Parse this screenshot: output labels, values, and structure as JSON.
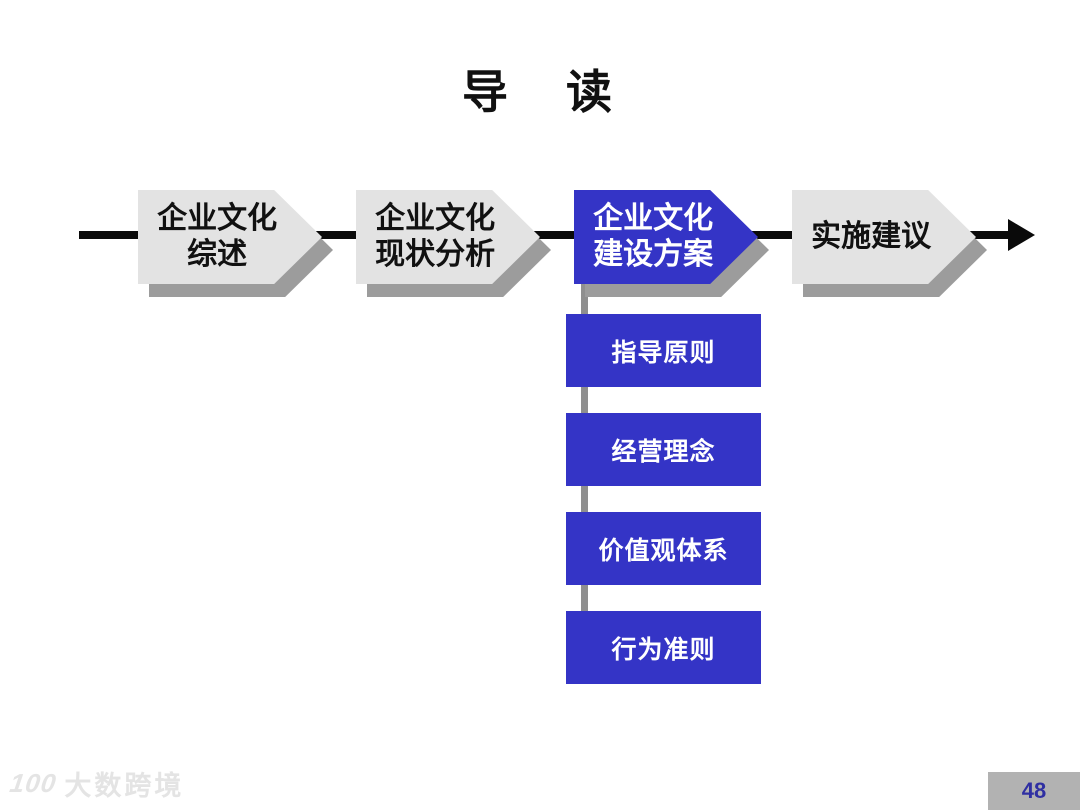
{
  "slide": {
    "title": "导　读",
    "page_number": "48",
    "watermark": {
      "logo": "100",
      "text": "大数跨境"
    }
  },
  "flow": {
    "steps": [
      {
        "label_lines": [
          "企业文化",
          "综述"
        ],
        "active": false
      },
      {
        "label_lines": [
          "企业文化",
          "现状分析"
        ],
        "active": false
      },
      {
        "label_lines": [
          "企业文化",
          "建设方案"
        ],
        "active": true
      },
      {
        "label_lines": [
          "实施建议"
        ],
        "active": false
      }
    ]
  },
  "sub_items": [
    {
      "label": "指导原则"
    },
    {
      "label": "经营理念"
    },
    {
      "label": "价值观体系"
    },
    {
      "label": "行为准则"
    }
  ],
  "colors": {
    "accent_blue": "#3434c6",
    "arrow_gray": "#e3e3e3",
    "shadow_gray": "#9c9c9c",
    "connector_gray": "#8f8f8f",
    "line_black": "#0a0a0a",
    "page_box_gray": "#b2b2b2",
    "page_number_blue": "#2f2fa2"
  }
}
